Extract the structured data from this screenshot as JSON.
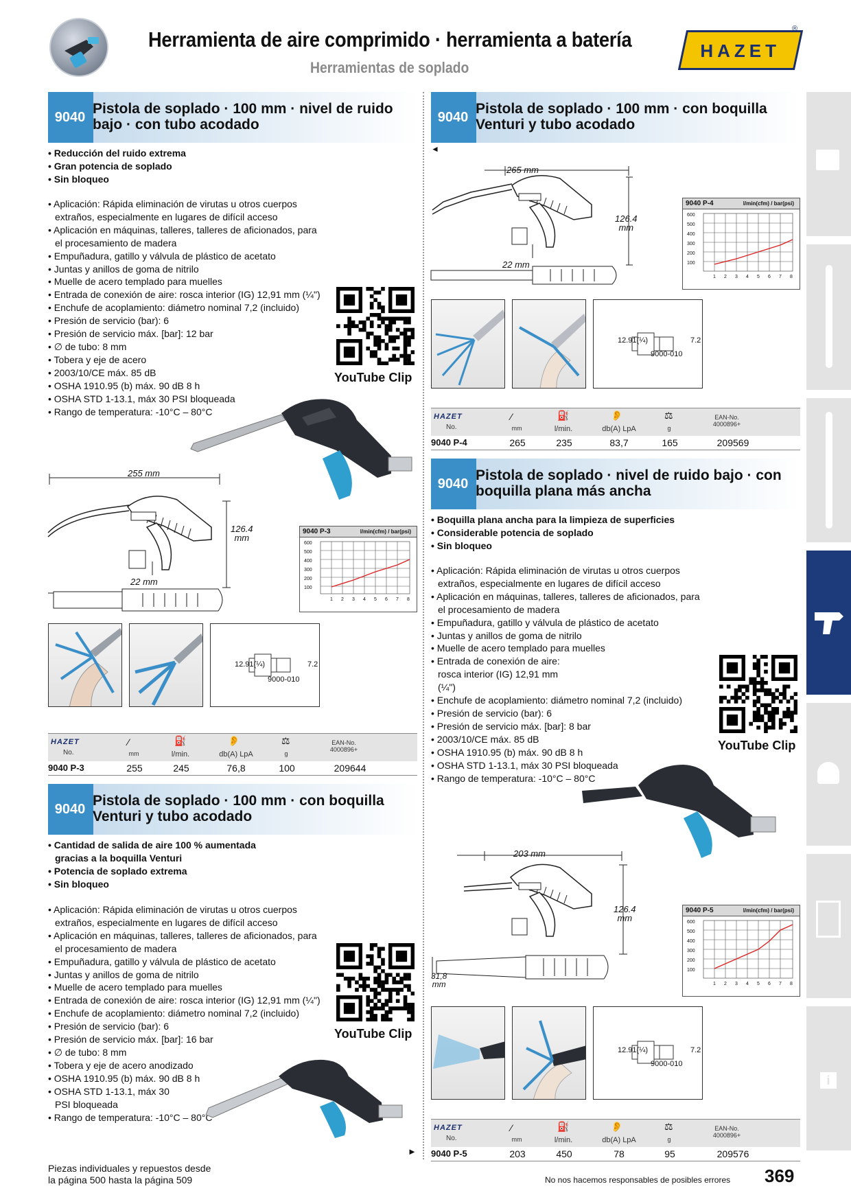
{
  "header": {
    "title": "Herramienta de aire comprimido · herramienta a batería",
    "subtitle": "Herramientas de soplado",
    "brand": "HAZET",
    "registered": "®"
  },
  "colors": {
    "accent": "#3a8fc9",
    "brand_yellow": "#f5c400",
    "brand_blue": "#1a2f6d",
    "tab_active": "#1d3a7a"
  },
  "common": {
    "youtube": "YouTube Clip",
    "chart_unit": "l/min(cfm) / bar(psi)",
    "coupling_left": "12.91(¼)",
    "coupling_right": "7.2",
    "coupling_code": "9000-010",
    "col_no": "No.",
    "col_len_unit": "mm",
    "col_flow": "l/min.",
    "col_noise": "db(A) LpA",
    "col_weight_unit": "g",
    "col_ean": "EAN-No.",
    "col_ean_prefix": "4000896+",
    "arrow_left": "◄",
    "arrow_right": "►"
  },
  "sections": {
    "p3": {
      "number": "9040",
      "title": "Pistola de soplado · 100 mm · nivel de ruido bajo · con tubo acodado",
      "features": [
        "Reducción del ruido extrema",
        "Gran potencia de soplado",
        "Sin bloqueo"
      ],
      "specs": [
        "Aplicación: Rápida eliminación de virutas u otros cuerpos extraños, especialmente en lugares de difícil acceso",
        "Aplicación en máquinas, talleres, talleres de aficionados, para el procesamiento de madera",
        "Empuñadura, gatillo y válvula de plástico de acetato",
        "Juntas y anillos de goma de nitrilo",
        "Muelle de acero templado para muelles",
        "Entrada de conexión de aire: rosca interior (IG) 12,91 mm (¼\")",
        "Enchufe de acoplamiento: diámetro nominal 7,2 (incluido)",
        "Presión de servicio (bar): 6",
        "Presión de servicio máx. [bar]: 12 bar",
        "∅ de tubo: 8 mm",
        "Tobera y eje de acero",
        "2003/10/CE máx. 85 dB",
        "OSHA 1910.95 (b) máx. 90 dB 8 h",
        "OSHA STD 1-13.1, máx 30 PSI bloqueada",
        "Rango de temperatura: -10°C – 80°C"
      ],
      "dim_length": "255 mm",
      "dim_height": "126.4",
      "dim_height_unit": "mm",
      "dim_tube": "22 mm",
      "chart_label": "9040 P-3",
      "row": {
        "no": "9040 P-3",
        "len": "255",
        "flow": "245",
        "noise": "76,8",
        "weight": "100",
        "ean": "209644"
      }
    },
    "p4": {
      "number": "9040",
      "title": "Pistola de soplado · 100 mm · con boquilla Venturi y tubo acodado",
      "dim_length": "265 mm",
      "dim_height": "126.4",
      "dim_height_unit": "mm",
      "dim_tube": "22 mm",
      "chart_label": "9040 P-4",
      "row": {
        "no": "9040 P-4",
        "len": "265",
        "flow": "235",
        "noise": "83,7",
        "weight": "165",
        "ean": "209569"
      }
    },
    "p5": {
      "number": "9040",
      "title": "Pistola de soplado · nivel de ruido bajo · con boquilla plana más ancha",
      "features": [
        "Boquilla plana ancha para la limpieza de superficies",
        "Considerable potencia de soplado",
        "Sin bloqueo"
      ],
      "specs": [
        "Aplicación: Rápida eliminación de virutas u otros cuerpos extraños, especialmente en lugares de difícil acceso",
        "Aplicación en máquinas, talleres, talleres de aficionados, para el procesamiento de madera",
        "Empuñadura, gatillo y válvula de plástico de acetato",
        "Juntas y anillos de goma de nitrilo",
        "Muelle de acero templado para muelles",
        "Entrada de conexión de aire: rosca interior (IG) 12,91 mm (¼\")",
        "Enchufe de acoplamiento: diámetro nominal 7,2 (incluido)",
        "Presión de servicio (bar): 6",
        "Presión de servicio máx. [bar]: 8 bar",
        "2003/10/CE máx. 85 dB",
        "OSHA 1910.95 (b) máx. 90 dB 8 h",
        "OSHA STD 1-13.1, máx 30 PSI bloqueada",
        "Rango de temperatura: -10°C – 80°C"
      ],
      "dim_length": "203 mm",
      "dim_height": "126.4",
      "dim_height_unit": "mm",
      "dim_tube": "31,8",
      "dim_tube_unit": "mm",
      "chart_label": "9040 P-5",
      "row": {
        "no": "9040 P-5",
        "len": "203",
        "flow": "450",
        "noise": "78",
        "weight": "95",
        "ean": "209576"
      }
    },
    "pv": {
      "number": "9040",
      "title": "Pistola de soplado · 100 mm · con boquilla Venturi y tubo acodado",
      "features": [
        "Cantidad de salida de aire 100 % aumentada gracias a la boquilla Venturi",
        "Potencia de soplado extrema",
        "Sin bloqueo"
      ],
      "specs": [
        "Aplicación: Rápida eliminación de virutas u otros cuerpos extraños, especialmente en lugares de difícil acceso",
        "Aplicación en máquinas, talleres, talleres de aficionados, para el procesamiento de madera",
        "Empuñadura, gatillo y válvula de plástico de acetato",
        "Juntas y anillos de goma de nitrilo",
        "Muelle de acero templado para muelles",
        "Entrada de conexión de aire: rosca interior (IG) 12,91 mm (¼\")",
        "Enchufe de acoplamiento: diámetro nominal 7,2 (incluido)",
        "Presión de servicio (bar): 6",
        "Presión de servicio máx. [bar]: 16 bar",
        "∅ de tubo: 8 mm",
        "Tobera y eje de acero anodizado",
        "OSHA 1910.95 (b) máx. 90 dB 8 h",
        "OSHA STD 1-13.1, máx 30 PSI bloqueada",
        "Rango de temperatura: -10°C – 80°C"
      ]
    }
  },
  "footer": {
    "left_line1": "Piezas individuales y repuestos desde",
    "left_line2": "la página 500 hasta la página 509",
    "disclaimer": "No nos hacemos responsables de posibles errores",
    "page": "369"
  }
}
